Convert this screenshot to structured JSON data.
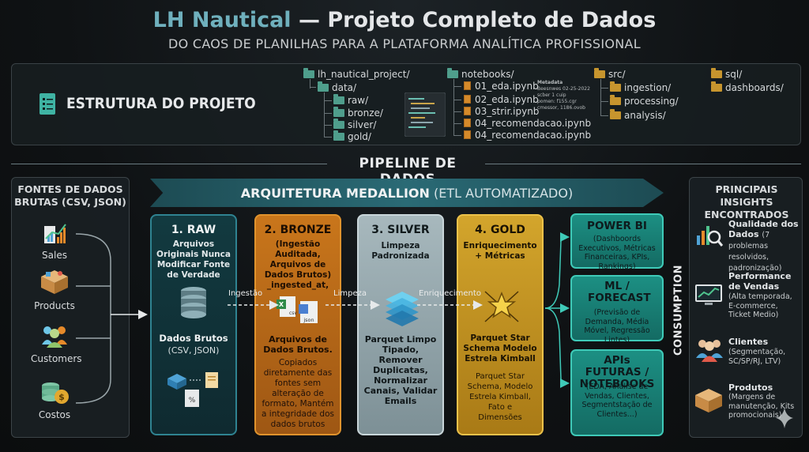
{
  "header": {
    "title_brand": "LH Nautical",
    "title_rest": " — Projeto Completo de Dados",
    "subtitle": "DO CAOS DE PLANILHAS PARA A PLATAFORMA ANALÍTICA PROFISSIONAL"
  },
  "structure": {
    "title": "ESTRUTURA DO PROJETO",
    "root": "lh_nautical_project/",
    "data": "data/",
    "data_children": [
      "raw/",
      "bronze/",
      "silver/",
      "gold/"
    ],
    "notebooks": "notebooks/",
    "notebook_files": [
      "01_eda.ipynb",
      "02_eda.ipynb",
      "03_strir.ipynb",
      "04_recomendacao.ipynb",
      "04_recomendacao.ipynb"
    ],
    "metadata": [
      "Metadata",
      "Beesnwes 02-25-2022",
      "scber 1 cuip",
      "pomen: f155.cgr",
      "cmessor, 1186.ovob"
    ],
    "src": "src/",
    "src_children": [
      "ingestion/",
      "processing/",
      "analysis/"
    ],
    "sql": "sql/",
    "dashboards": "dashboards/"
  },
  "pipeline_label": "PIPELINE DE DADOS",
  "sources": {
    "title": "FONTES DE DADOS BRUTAS (CSV, JSON)",
    "items": [
      "Sales",
      "Products",
      "Customers",
      "Costos"
    ]
  },
  "medallion": {
    "banner_bold": "ARQUITETURA MEDALLION",
    "banner_light": " (ETL AUTOMATIZADO)",
    "raw": {
      "head": "1. RAW",
      "desc": "Arquivos Originais Nunca Modificar Fonte de Verdade",
      "result": "Dados Brutos",
      "result_sub": "(CSV, JSON)"
    },
    "bronze": {
      "head": "2. BRONZE",
      "desc": "(Ingestão Auditada, Arquivos de Dados Brutos) _ingested_at,",
      "result": "Arquivos de Dados Brutos.",
      "result_sub": "Copiados diretamente das fontes sem alteração de formato, Mantém a integridade dos dados brutos"
    },
    "silver": {
      "head": "3. SILVER",
      "desc": "Limpeza Padronizada",
      "result": "Parquet Limpo Tipado, Remover Duplicatas, Normalizar Canais, Validar Emails"
    },
    "gold": {
      "head": "4. GOLD",
      "desc": "Enriquecimento + Métricas",
      "result": "Parquet Star Schema Modelo Estrela Kimball",
      "result_sub": "Parquet Star Schema, Modelo Estrela Kimball, Fato e Dimensões"
    },
    "arrows": [
      "Ingestão",
      "Limpeza",
      "Enriquecimento"
    ]
  },
  "consumption": {
    "label": "CONSUMPTION",
    "items": [
      {
        "head": "POWER BI",
        "text": "(Dashboords Executivos, Métricas Financeiras, KPIs, Rankings)"
      },
      {
        "head": "ML / FORECAST",
        "text": "(Previsão de Demanda, Média Móvel, Regressão Lintes)"
      },
      {
        "head": "APIs FUTURAS / NOTEBOOKS",
        "text": "(EDA, Análise de Vendas, Clientes, Segmentstação de Clientes...)"
      }
    ]
  },
  "insights": {
    "title": "PRINCIPAIS INSIGHTS ENCONTRADOS",
    "items": [
      {
        "head": "Qualidade dos Dados",
        "text": "(7 problemas resolvidos, padronização)"
      },
      {
        "head": "Performance de Vendas",
        "text": "(Alta temporada, E-commerce, Ticket Medio)"
      },
      {
        "head": "Clientes",
        "text": "(Segmentação, SC/SP/RJ, LTV)"
      },
      {
        "head": "Produtos",
        "text": "(Margens de manutenção, Kits promocionais)"
      }
    ]
  },
  "colors": {
    "accent_teal": "#2f8391",
    "bronze": "#c9761b",
    "silver": "#a7b8bd",
    "gold": "#d3a52c",
    "consumption": "#1c8f83"
  }
}
